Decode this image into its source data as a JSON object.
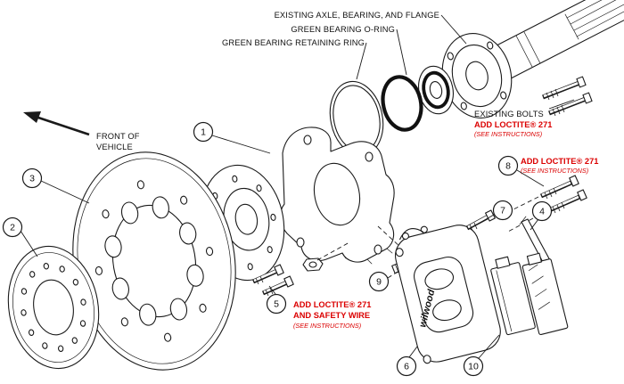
{
  "colors": {
    "accent_red": "#db0000",
    "line": "#1a1a1a",
    "background": "#ffffff"
  },
  "labels": {
    "existing_axle": "EXISTING AXLE, BEARING, AND FLANGE",
    "green_bearing_oring": "GREEN BEARING O-RING",
    "green_bearing_retaining_ring": "GREEN BEARING RETAINING RING",
    "existing_bolts": "EXISTING BOLTS",
    "front_of": "FRONT OF",
    "vehicle": "VEHICLE",
    "add_loctite": "ADD LOCTITE® 271",
    "see_instructions": "(SEE INSTRUCTIONS)",
    "and_safety_wire": "AND SAFETY WIRE",
    "wilwood": "wilwood"
  },
  "callouts": [
    "1",
    "2",
    "3",
    "4",
    "5",
    "6",
    "7",
    "8",
    "9",
    "10"
  ]
}
